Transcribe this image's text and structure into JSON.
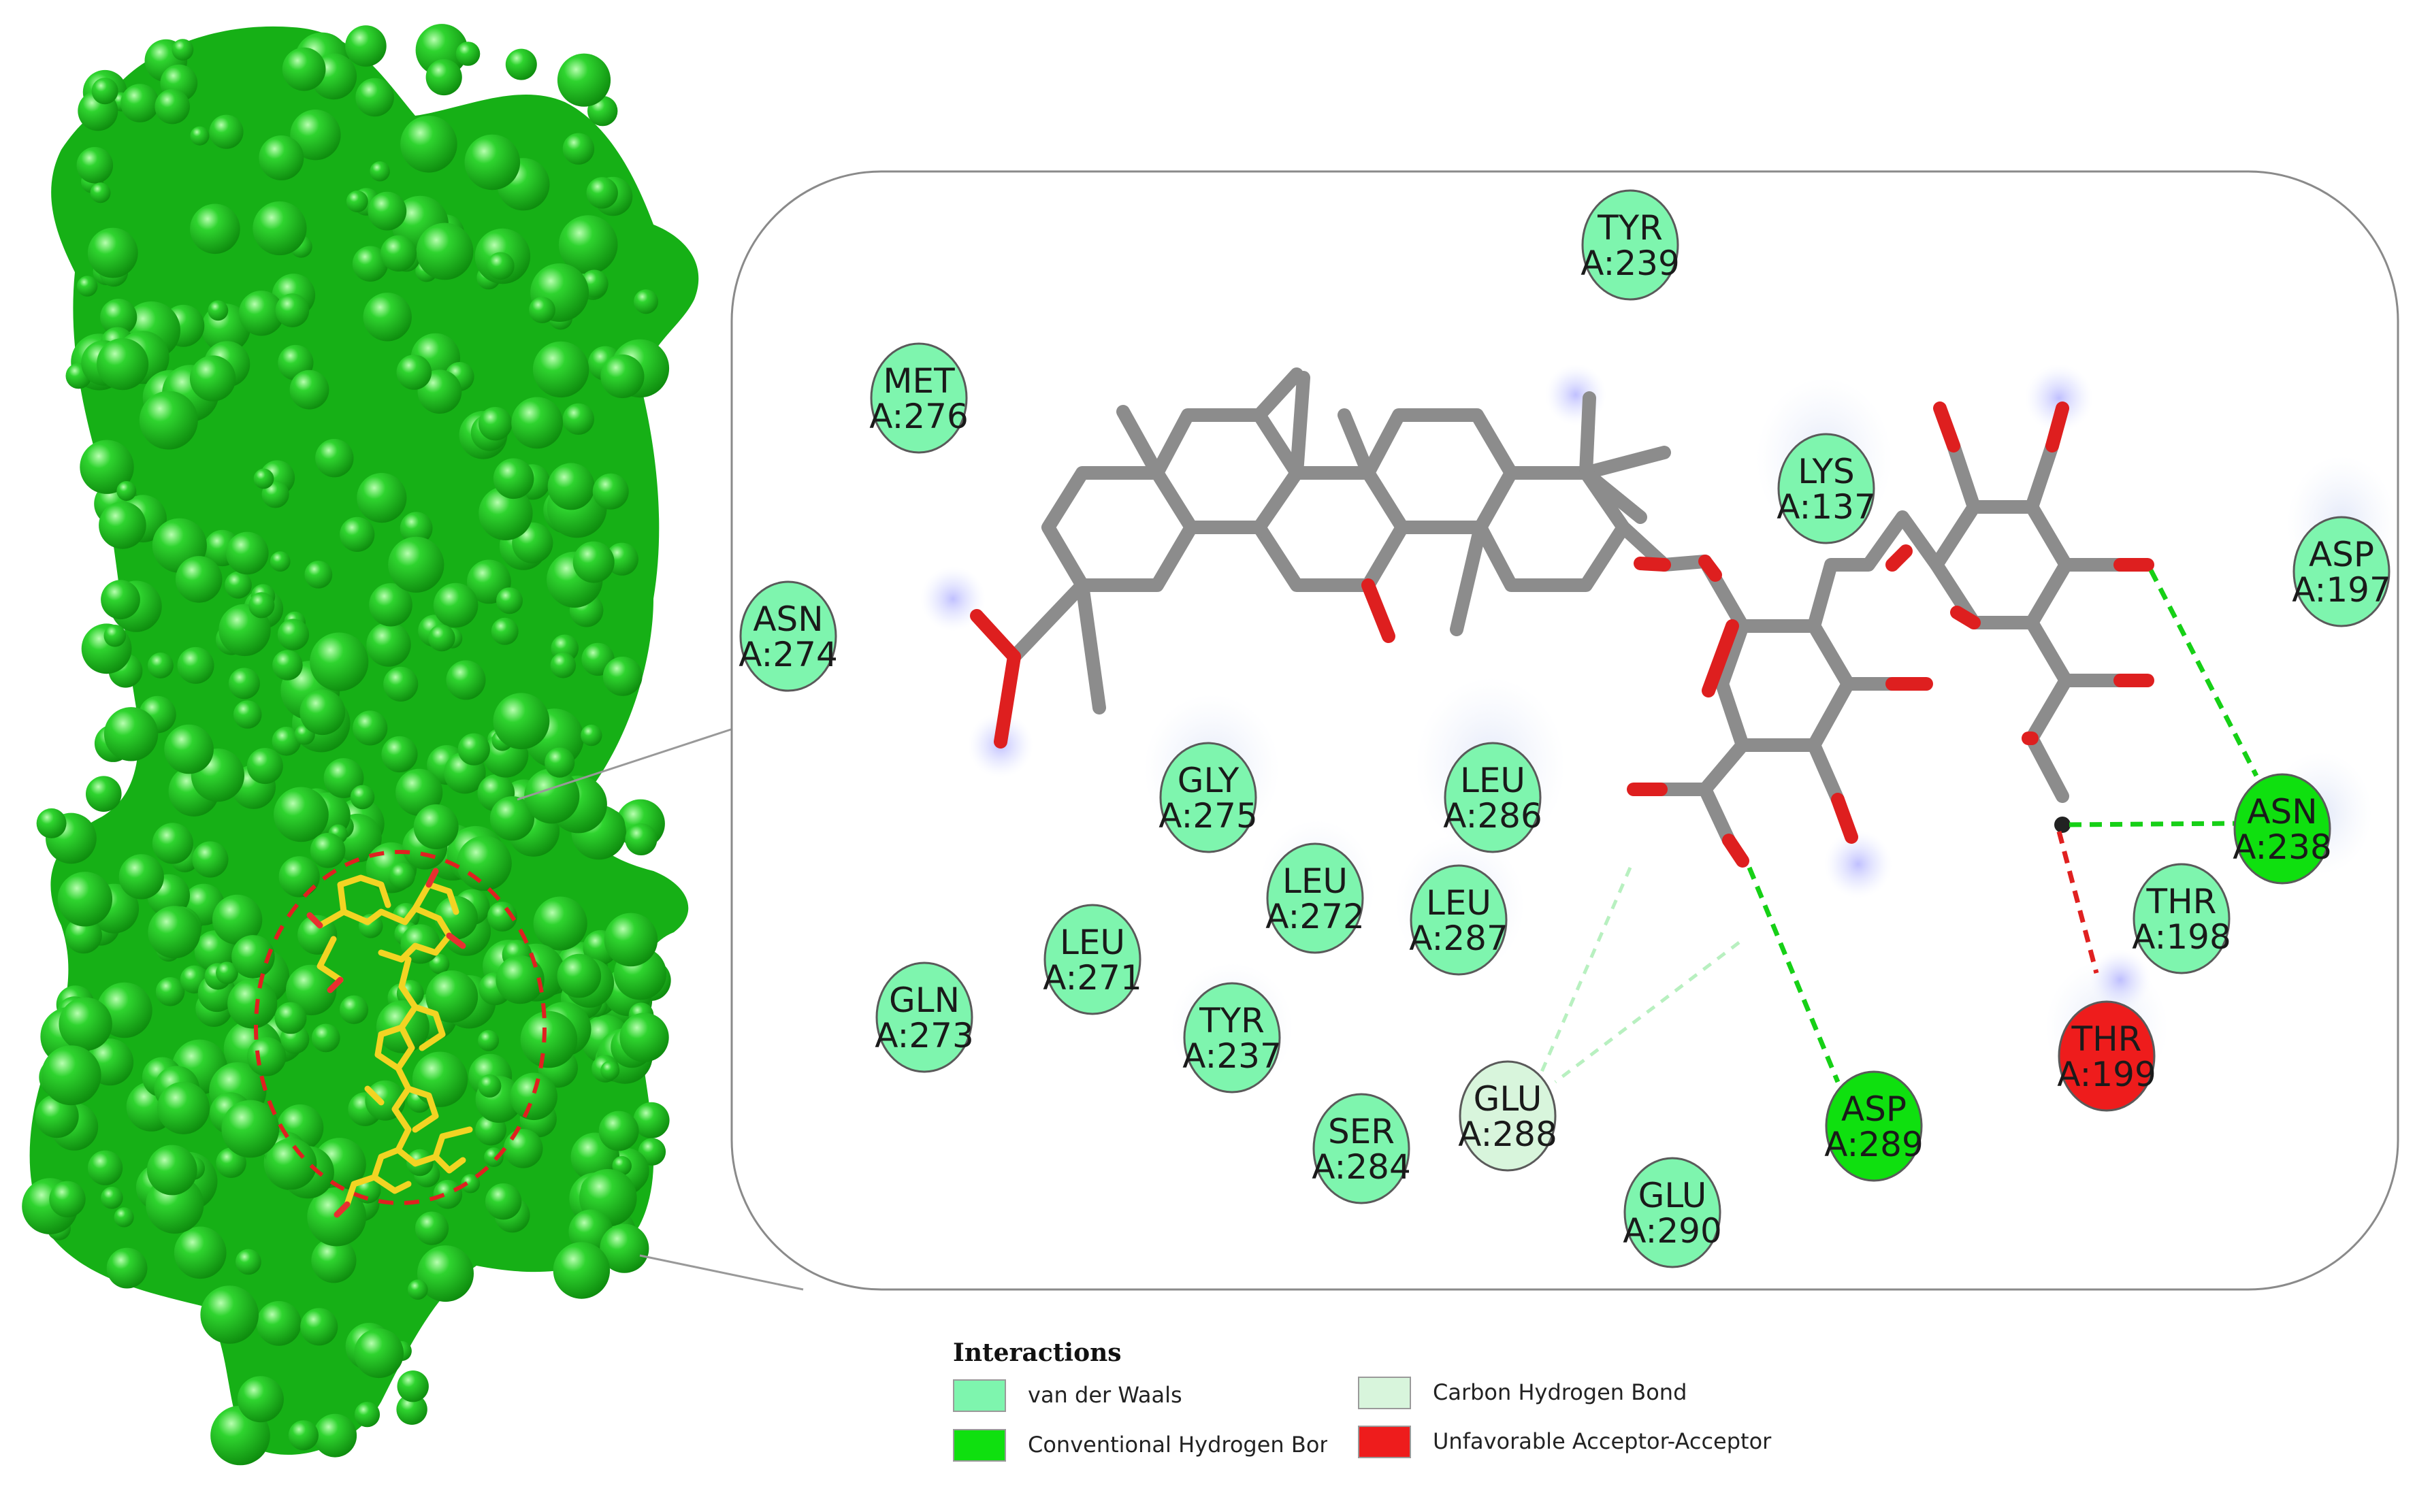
{
  "colors": {
    "van_der_waals": "#7ef5ae",
    "conventional_hbond": "#0fe00f",
    "carbon_hbond": "#d8f5dc",
    "unfavorable": "#ee1c1c",
    "surface": "#1fc21f",
    "ligand": "#f2d423",
    "bond": "#8c8c8c",
    "oxygen": "#de1f1f"
  },
  "residues": [
    {
      "id": "tyr239",
      "name": "TYR",
      "num": "A:239",
      "type": "van_der_waals"
    },
    {
      "id": "met276",
      "name": "MET",
      "num": "A:276",
      "type": "van_der_waals"
    },
    {
      "id": "lys137",
      "name": "LYS",
      "num": "A:137",
      "type": "van_der_waals"
    },
    {
      "id": "asp197",
      "name": "ASP",
      "num": "A:197",
      "type": "van_der_waals"
    },
    {
      "id": "asn274",
      "name": "ASN",
      "num": "A:274",
      "type": "van_der_waals"
    },
    {
      "id": "gly275",
      "name": "GLY",
      "num": "A:275",
      "type": "van_der_waals"
    },
    {
      "id": "leu286",
      "name": "LEU",
      "num": "A:286",
      "type": "van_der_waals"
    },
    {
      "id": "leu272",
      "name": "LEU",
      "num": "A:272",
      "type": "van_der_waals"
    },
    {
      "id": "leu287",
      "name": "LEU",
      "num": "A:287",
      "type": "van_der_waals"
    },
    {
      "id": "leu271",
      "name": "LEU",
      "num": "A:271",
      "type": "van_der_waals"
    },
    {
      "id": "gln273",
      "name": "GLN",
      "num": "A:273",
      "type": "van_der_waals"
    },
    {
      "id": "tyr237",
      "name": "TYR",
      "num": "A:237",
      "type": "van_der_waals"
    },
    {
      "id": "ser284",
      "name": "SER",
      "num": "A:284",
      "type": "van_der_waals"
    },
    {
      "id": "glu288",
      "name": "GLU",
      "num": "A:288",
      "type": "carbon_hbond"
    },
    {
      "id": "asp289",
      "name": "ASP",
      "num": "A:289",
      "type": "conventional_hbond"
    },
    {
      "id": "glu290",
      "name": "GLU",
      "num": "A:290",
      "type": "van_der_waals"
    },
    {
      "id": "asn238",
      "name": "ASN",
      "num": "A:238",
      "type": "conventional_hbond"
    },
    {
      "id": "thr198",
      "name": "THR",
      "num": "A:198",
      "type": "van_der_waals"
    },
    {
      "id": "thr199",
      "name": "THR",
      "num": "A:199",
      "type": "unfavorable"
    }
  ],
  "legend": {
    "title": "Interactions",
    "items": [
      {
        "id": "vdw",
        "label": "van der Waals",
        "type": "van_der_waals"
      },
      {
        "id": "hbond",
        "label": "Conventional Hydrogen Bon‹",
        "type": "conventional_hbond"
      },
      {
        "id": "chbond",
        "label": "Carbon Hydrogen Bond",
        "type": "carbon_hbond"
      },
      {
        "id": "unfav",
        "label": "Unfavorable Acceptor-Acceptor",
        "type": "unfavorable"
      }
    ]
  }
}
